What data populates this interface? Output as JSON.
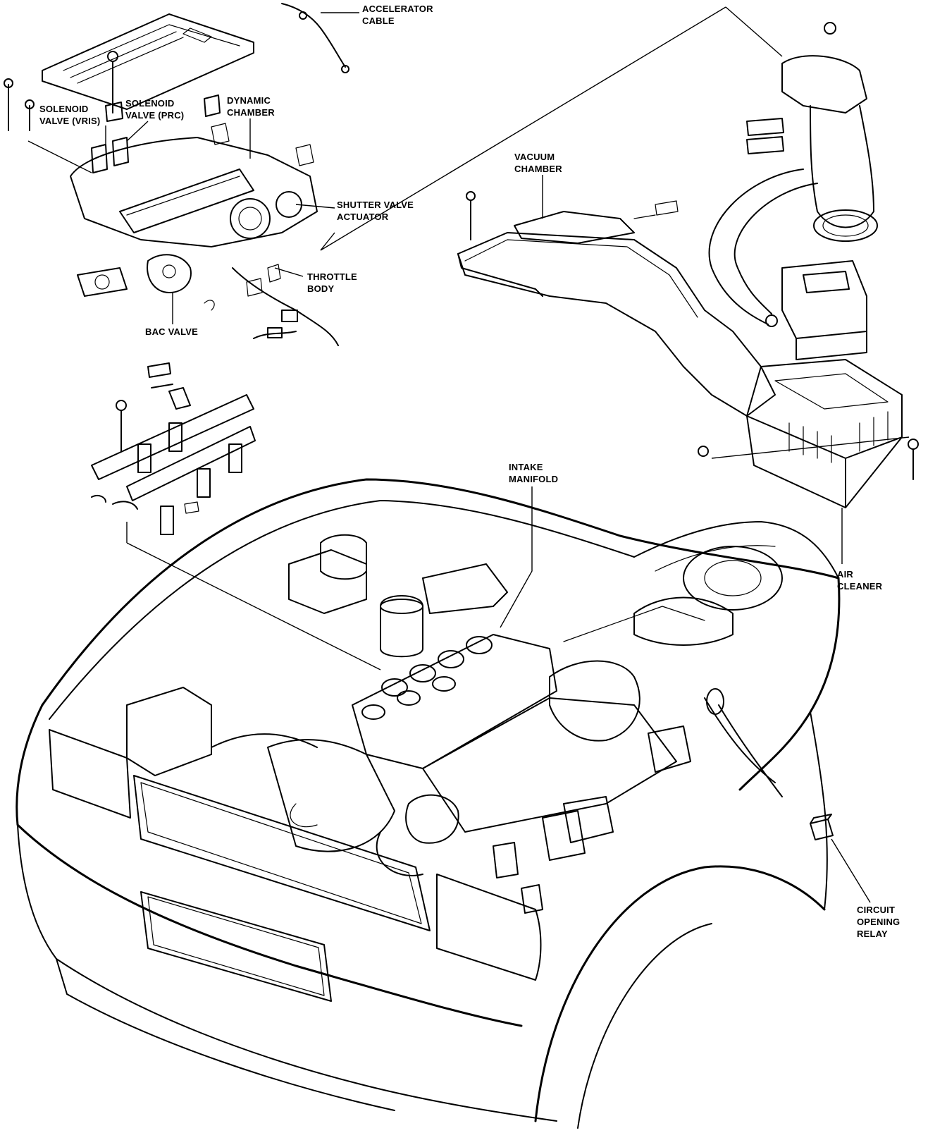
{
  "labels": {
    "accelerator_cable": "ACCELERATOR\nCABLE",
    "solenoid_vris": "SOLENOID\nVALVE (VRIS)",
    "solenoid_prc": "SOLENOID\nVALVE (PRC)",
    "dynamic_chamber": "DYNAMIC\nCHAMBER",
    "shutter_valve_actuator": "SHUTTER VALVE\nACTUATOR",
    "throttle_body": "THROTTLE\nBODY",
    "bac_valve": "BAC VALVE",
    "vacuum_chamber": "VACUUM\nCHAMBER",
    "intake_manifold": "INTAKE\nMANIFOLD",
    "air_cleaner": "AIR\nCLEANER",
    "circuit_opening_relay": "CIRCUIT\nOPENING\nRELAY"
  },
  "colors": {
    "line": "#000000",
    "background": "#ffffff"
  }
}
